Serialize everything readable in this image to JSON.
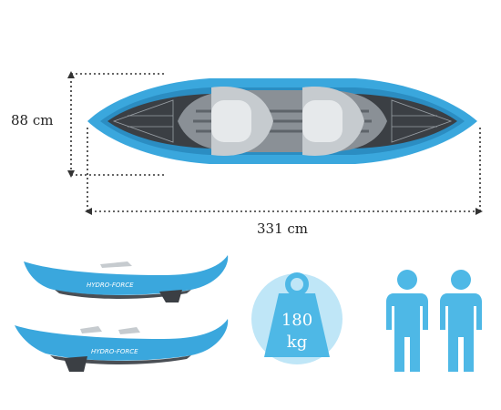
{
  "dimensions": {
    "width": "88 cm",
    "length": "331 cm"
  },
  "brand_text": "HYDRO-FORCE",
  "weight": {
    "value": "180",
    "unit": "kg"
  },
  "capacity_persons": 2,
  "colors": {
    "kayak_blue": "#3aa7dd",
    "kayak_dark": "#4a4f55",
    "seat": "#d9dde0",
    "icon_blue": "#4eb8e6"
  },
  "icons": [
    "weight-icon",
    "person-icon",
    "person-icon"
  ]
}
